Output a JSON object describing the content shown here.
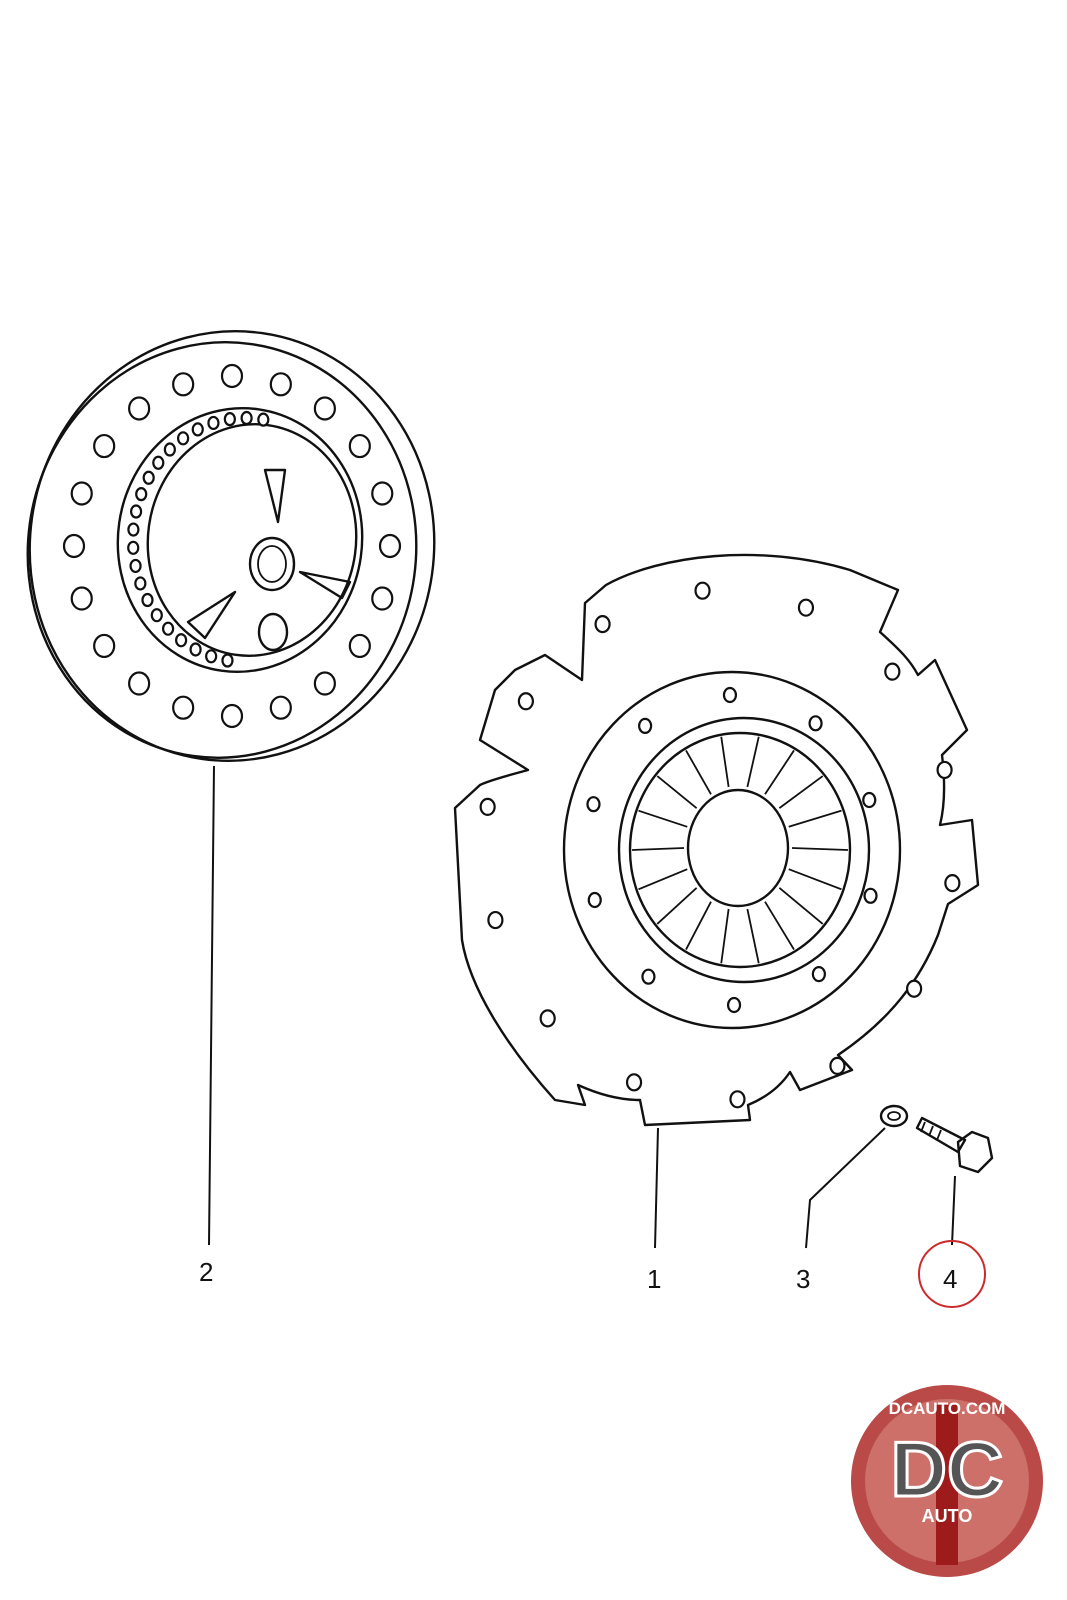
{
  "callouts": [
    {
      "id": "1",
      "label": "1",
      "part": "pressure-plate",
      "highlighted": false
    },
    {
      "id": "2",
      "label": "2",
      "part": "clutch-disc",
      "highlighted": false
    },
    {
      "id": "3",
      "label": "3",
      "part": "washer",
      "highlighted": false
    },
    {
      "id": "4",
      "label": "4",
      "part": "bolt",
      "highlighted": true
    }
  ],
  "highlight_color": "#cc2b2b",
  "logo": {
    "top_text": "DCAUTO.COM",
    "monogram": "DC",
    "sub_text": "AUTO",
    "colors": {
      "ring": "#b94a48",
      "stripe": "#9e1b1b",
      "mark": "#ffffff",
      "mono": "#555555"
    }
  }
}
